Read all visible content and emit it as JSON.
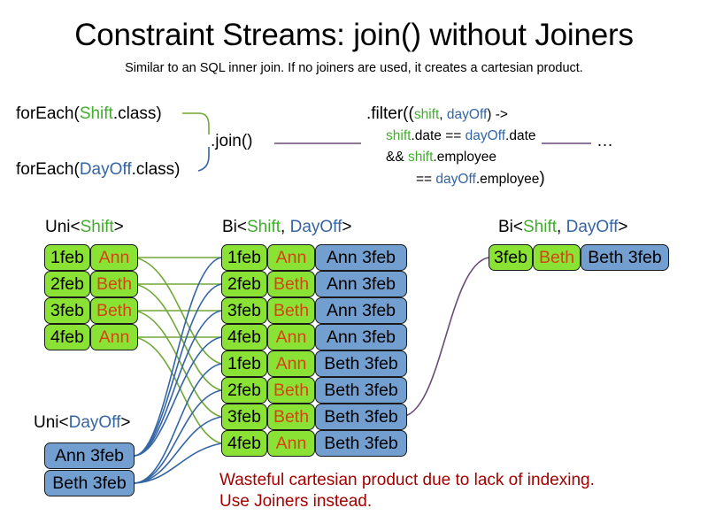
{
  "header": {
    "title": "Constraint Streams: join() without Joiners",
    "subtitle": "Similar to an SQL inner join. If no joiners are used, it creates a cartesian product."
  },
  "code": {
    "foreach_shift": {
      "prefix": "forEach(",
      "type": "Shift",
      "suffix": ".class)"
    },
    "foreach_dayoff": {
      "prefix": "forEach(",
      "type": "DayOff",
      "suffix": ".class)"
    },
    "join_label": ".join()",
    "ellipsis": "…",
    "filter": {
      "line1_prefix": ".filter((",
      "line1_shift": "shift",
      "line1_comma": ", ",
      "line1_dayoff": "dayOff",
      "line1_suffix": ") ->",
      "line2_shift": "shift",
      "line2_mid": ".date == ",
      "line2_dayoff": "dayOff",
      "line2_end": ".date",
      "line3_prefix": "&& ",
      "line3_shift": "shift",
      "line3_end": ".employee",
      "line4_prefix": "== ",
      "line4_dayoff": "dayOff",
      "line4_end": ".employee",
      "line4_close": ")"
    }
  },
  "captions": {
    "uni_shift": {
      "prefix": "Uni<",
      "type": "Shift",
      "suffix": ">"
    },
    "bi_middle": {
      "prefix": "Bi<",
      "type_a": "Shift",
      "comma": ", ",
      "type_b": "DayOff",
      "suffix": ">"
    },
    "bi_right": {
      "prefix": "Bi<",
      "type_a": "Shift",
      "comma": ", ",
      "type_b": "DayOff",
      "suffix": ">"
    },
    "uni_dayoff": {
      "prefix": "Uni<",
      "type": "DayOff",
      "suffix": ">"
    }
  },
  "uni_shift_rows": [
    {
      "date": "1feb",
      "employee": "Ann"
    },
    {
      "date": "2feb",
      "employee": "Beth"
    },
    {
      "date": "3feb",
      "employee": "Beth"
    },
    {
      "date": "4feb",
      "employee": "Ann"
    }
  ],
  "uni_dayoff_rows": [
    {
      "pair": "Ann 3feb"
    },
    {
      "pair": "Beth 3feb"
    }
  ],
  "bi_rows": [
    {
      "date": "1feb",
      "employee": "Ann",
      "dayoff": "Ann 3feb"
    },
    {
      "date": "2feb",
      "employee": "Beth",
      "dayoff": "Ann 3feb"
    },
    {
      "date": "3feb",
      "employee": "Beth",
      "dayoff": "Ann 3feb"
    },
    {
      "date": "4feb",
      "employee": "Ann",
      "dayoff": "Ann 3feb"
    },
    {
      "date": "1feb",
      "employee": "Ann",
      "dayoff": "Beth 3feb"
    },
    {
      "date": "2feb",
      "employee": "Beth",
      "dayoff": "Beth 3feb"
    },
    {
      "date": "3feb",
      "employee": "Beth",
      "dayoff": "Beth 3feb"
    },
    {
      "date": "4feb",
      "employee": "Ann",
      "dayoff": "Beth 3feb"
    }
  ],
  "result_rows": [
    {
      "date": "3feb",
      "employee": "Beth",
      "dayoff": "Beth 3feb"
    }
  ],
  "warning": {
    "line1": "Wasteful cartesian product due to lack of indexing.",
    "line2": "Use Joiners instead."
  },
  "colors": {
    "shift_green_text": "#3faf2b",
    "dayoff_blue_text": "#3465a4",
    "box_green_fill": "#8ae234",
    "box_blue_fill": "#729fcf",
    "employee_text": "#d84315",
    "warning_red": "#a40000",
    "wire_green": "#73a839",
    "wire_blue": "#3465a4",
    "wire_purple": "#6b4a77",
    "box_border": "#1a1a1a"
  }
}
